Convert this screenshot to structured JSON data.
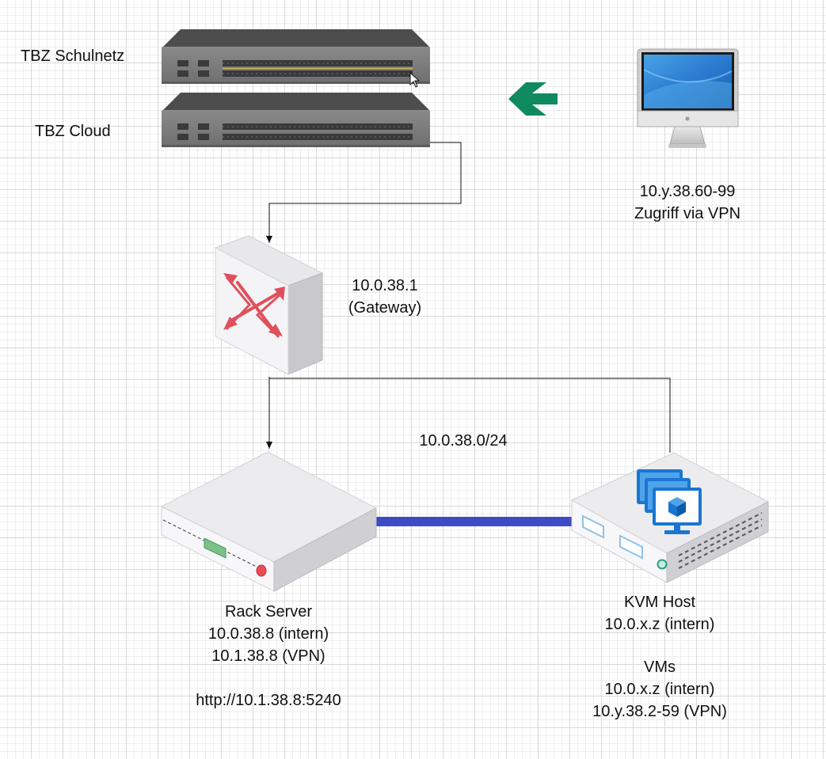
{
  "switches": [
    {
      "label": "TBZ Schulnetz"
    },
    {
      "label": "TBZ Cloud"
    }
  ],
  "vpn_client": {
    "lines": [
      "10.y.38.60-99",
      "Zugriff via VPN"
    ]
  },
  "gateway": {
    "lines": [
      "10.0.38.1",
      "(Gateway)"
    ]
  },
  "network": {
    "label": "10.0.38.0/24"
  },
  "rack_server": {
    "lines": [
      "Rack Server",
      "10.0.38.8 (intern)",
      "10.1.38.8 (VPN)"
    ],
    "url": "http://10.1.38.8:5240"
  },
  "kvm_host": {
    "lines": [
      "KVM Host",
      "10.0.x.z (intern)"
    ]
  },
  "vms": {
    "lines": [
      "VMs",
      "10.0.x.z (intern)",
      "10.y.38.2-59 (VPN)"
    ]
  },
  "colors": {
    "link": "#3d4cc4",
    "arrow_green": "#0f8a5f",
    "router_arrows": "#e0505c",
    "vm_blue": "#1976d2"
  }
}
